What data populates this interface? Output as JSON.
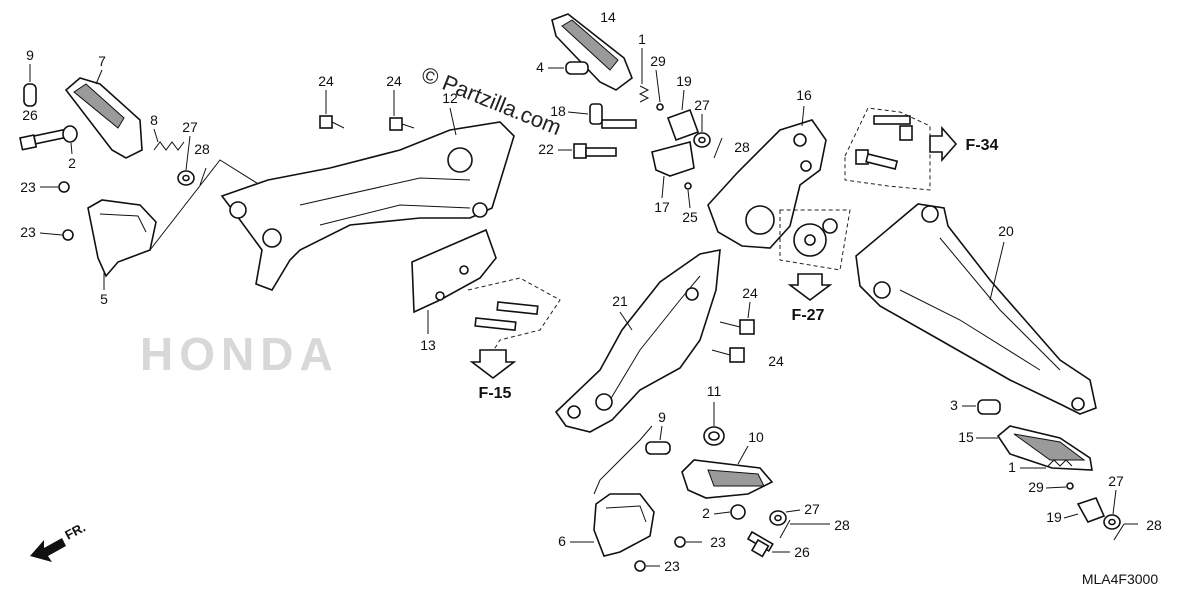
{
  "watermark": {
    "text": "© Partzilla.com",
    "brand": "HONDA"
  },
  "diagram_code": "MLA4F3000",
  "front_arrow_label": "FR.",
  "references": {
    "f15": "F-15",
    "f27": "F-27",
    "f34": "F-34"
  },
  "callouts": {
    "c9a": "9",
    "c7": "7",
    "c26a": "26",
    "c2a": "2",
    "c8": "8",
    "c27a": "27",
    "c28a": "28",
    "c23a": "23",
    "c23b": "23",
    "c5": "5",
    "c24a": "24",
    "c24b": "24",
    "c12": "12",
    "c13": "13",
    "c14": "14",
    "c4": "4",
    "c1a": "1",
    "c29a": "29",
    "c19a": "19",
    "c27b": "27",
    "c18": "18",
    "c22": "22",
    "c17": "17",
    "c25": "25",
    "c28b": "28",
    "c16": "16",
    "c20": "20",
    "c21": "21",
    "c24c": "24",
    "c24d": "24",
    "c11": "11",
    "c10": "10",
    "c9b": "9",
    "c2b": "2",
    "c27c": "27",
    "c28c": "28",
    "c26b": "26",
    "c6": "6",
    "c23c": "23",
    "c23d": "23",
    "c3": "3",
    "c15": "15",
    "c1b": "1",
    "c29b": "29",
    "c27d": "27",
    "c19b": "19",
    "c28d": "28"
  },
  "colors": {
    "line": "#111111",
    "shade": "#9a9a9a",
    "watermark": "#d4d4d4"
  }
}
